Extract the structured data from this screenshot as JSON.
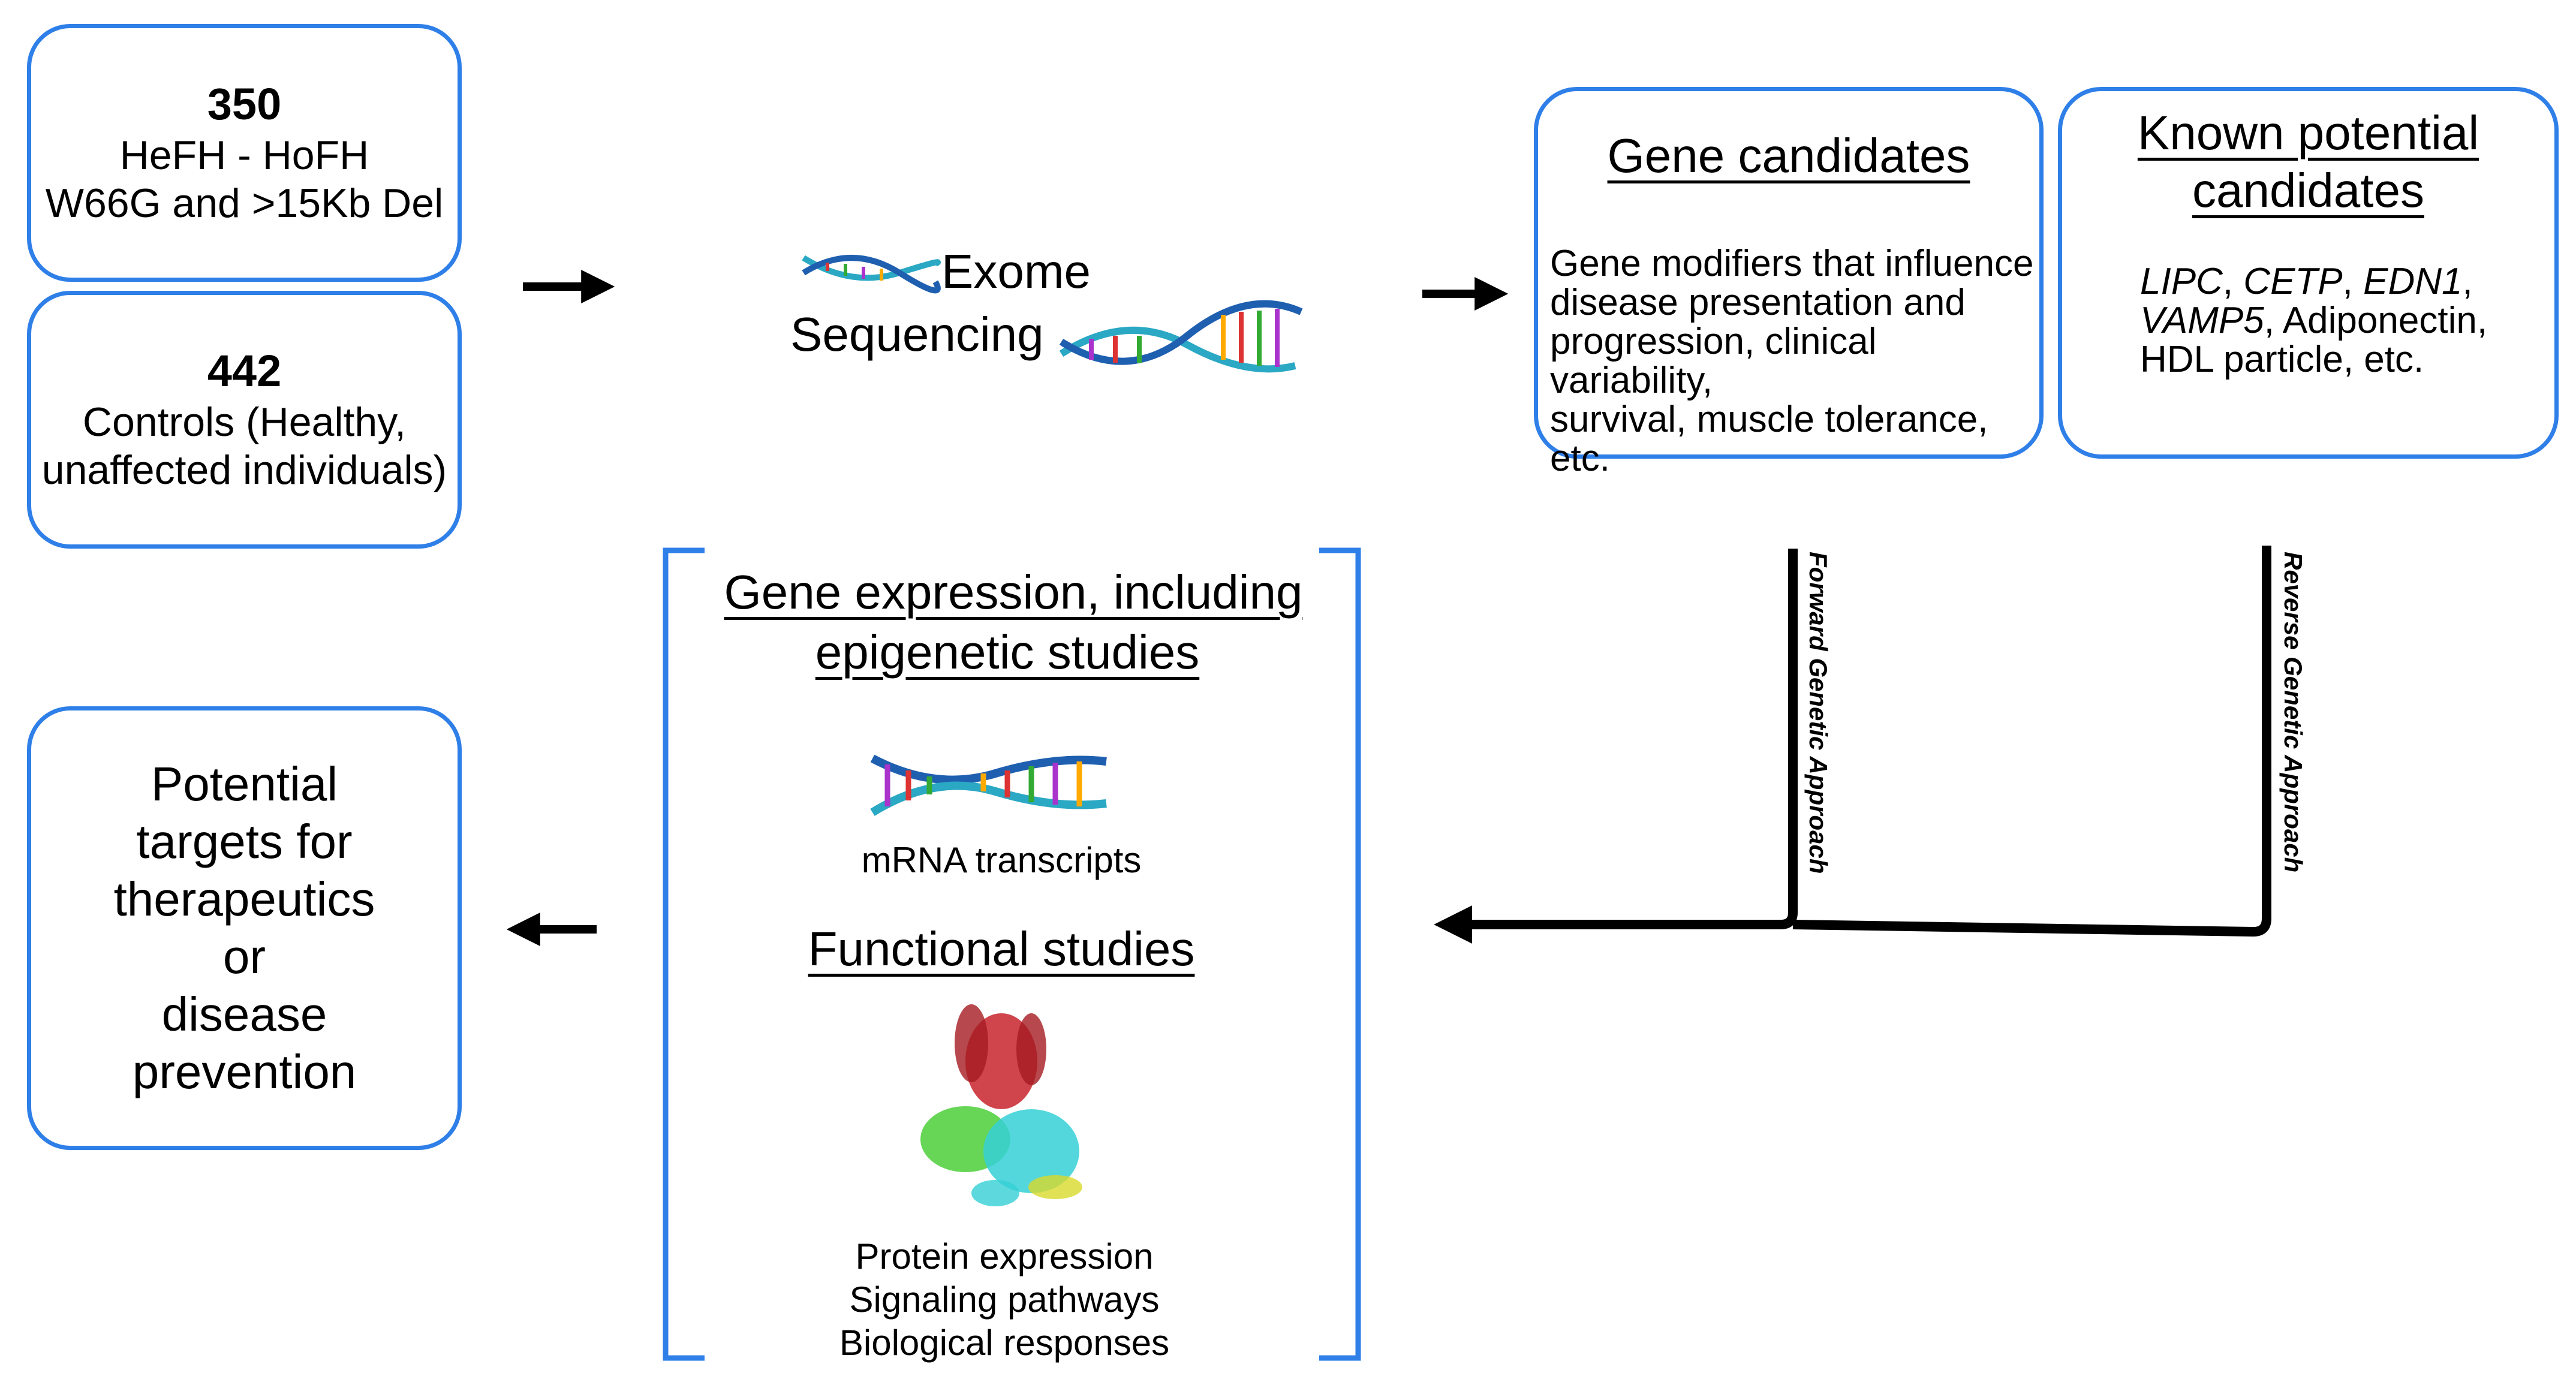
{
  "colors": {
    "box_border": "#2f7fe8",
    "arrow": "#000000",
    "bracket": "#2f7fe8"
  },
  "cohorts": {
    "cases": {
      "count": "350",
      "line1": "HeFH - HoFH",
      "line2": "W66G and >15Kb Del"
    },
    "controls": {
      "count": "442",
      "line1": "Controls (Healthy,",
      "line2": "unaffected individuals)"
    }
  },
  "sequencing": {
    "line1": "Exome",
    "line2": "Sequencing",
    "icon": "dna-helix-icon"
  },
  "gene_candidates": {
    "title": "Gene candidates",
    "text": [
      "Gene modifiers that influence",
      "disease presentation and",
      "progression, clinical variability,",
      "survival, muscle tolerance, etc."
    ]
  },
  "known_candidates": {
    "title_line1": "Known potential",
    "title_line2": "candidates",
    "genes": [
      "LIPC",
      "CETP",
      "EDN1",
      "VAMP5"
    ],
    "sep": ", ",
    "tail1": ",",
    "tail2": ", Adiponectin,",
    "line3": "HDL particle, etc."
  },
  "approaches": {
    "forward": "Forward Genetic Approach",
    "reverse": "Reverse Genetic Approach"
  },
  "studies": {
    "expression_title_line1": "Gene expression, including",
    "expression_title_line2": "epigenetic studies",
    "mrna_label": "mRNA transcripts",
    "functional_title": "Functional studies",
    "functional_items": [
      "Protein expression",
      "Signaling pathways",
      "Biological responses"
    ],
    "protein_icon": "protein-structure-icon"
  },
  "targets": {
    "lines": [
      "Potential",
      "targets for",
      "therapeutics",
      "or",
      "disease",
      "prevention"
    ]
  }
}
